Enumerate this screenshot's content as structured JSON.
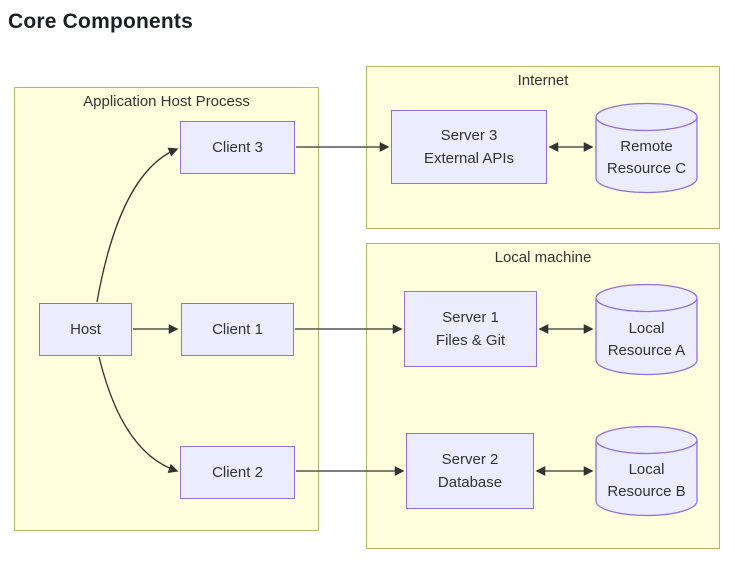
{
  "title": "Core Components",
  "groups": {
    "app_host": {
      "label": "Application Host Process"
    },
    "internet": {
      "label": "Internet"
    },
    "local_machine": {
      "label": "Local machine"
    }
  },
  "nodes": {
    "host": {
      "label": "Host"
    },
    "client1": {
      "label": "Client 1"
    },
    "client2": {
      "label": "Client 2"
    },
    "client3": {
      "label": "Client 3"
    },
    "server1": {
      "line1": "Server 1",
      "line2": "Files & Git"
    },
    "server2": {
      "line1": "Server 2",
      "line2": "Database"
    },
    "server3": {
      "line1": "Server 3",
      "line2": "External APIs"
    },
    "resource_a": {
      "line1": "Local",
      "line2": "Resource A"
    },
    "resource_b": {
      "line1": "Local",
      "line2": "Resource B"
    },
    "resource_c": {
      "line1": "Remote",
      "line2": "Resource C"
    }
  },
  "edges": [
    {
      "from": "Host",
      "to": "Client 3",
      "type": "arrow"
    },
    {
      "from": "Host",
      "to": "Client 1",
      "type": "arrow"
    },
    {
      "from": "Host",
      "to": "Client 2",
      "type": "arrow"
    },
    {
      "from": "Client 3",
      "to": "Server 3",
      "type": "arrow"
    },
    {
      "from": "Client 1",
      "to": "Server 1",
      "type": "arrow"
    },
    {
      "from": "Client 2",
      "to": "Server 2",
      "type": "arrow"
    },
    {
      "from": "Server 3",
      "to": "Remote Resource C",
      "type": "bidirectional"
    },
    {
      "from": "Server 1",
      "to": "Local Resource A",
      "type": "bidirectional"
    },
    {
      "from": "Server 2",
      "to": "Local Resource B",
      "type": "bidirectional"
    }
  ],
  "colors": {
    "node_fill": "#ececff",
    "node_border": "#9370db",
    "group_fill": "#ffffde",
    "group_border": "#b4b85c",
    "edge": "#333333",
    "text": "#333333",
    "title_text": "#1b1f23",
    "background": "#ffffff"
  }
}
